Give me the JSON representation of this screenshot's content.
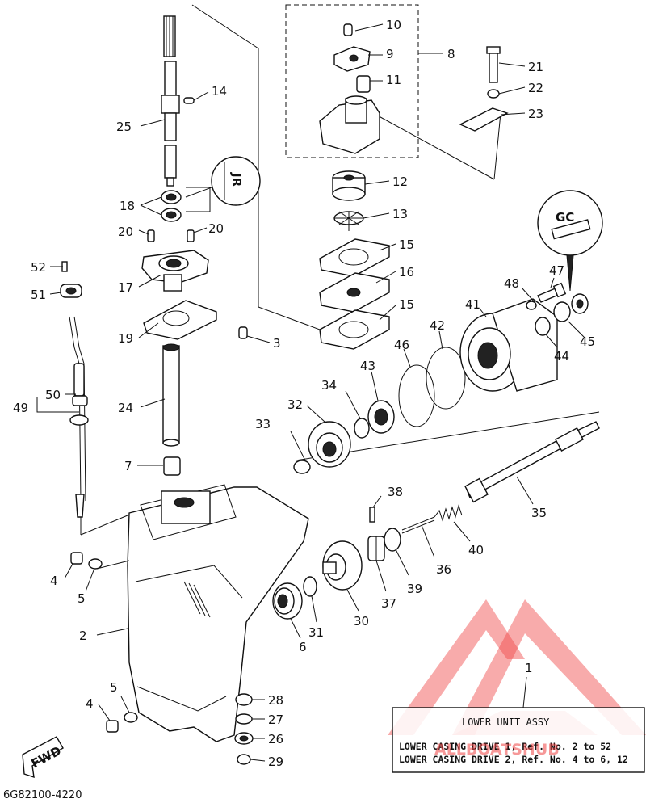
{
  "labels": {
    "l1": "1",
    "l2": "2",
    "l3": "3",
    "l4a": "4",
    "l4b": "4",
    "l5a": "5",
    "l5b": "5",
    "l6": "6",
    "l7": "7",
    "l8": "8",
    "l9": "9",
    "l10": "10",
    "l11": "11",
    "l12": "12",
    "l13": "13",
    "l14": "14",
    "l15a": "15",
    "l15b": "15",
    "l16": "16",
    "l17": "17",
    "l18": "18",
    "l19": "19",
    "l20a": "20",
    "l20b": "20",
    "l21": "21",
    "l22": "22",
    "l23": "23",
    "l24": "24",
    "l25": "25",
    "l26": "26",
    "l27": "27",
    "l28": "28",
    "l29": "29",
    "l30": "30",
    "l31": "31",
    "l32": "32",
    "l33": "33",
    "l34": "34",
    "l35": "35",
    "l36": "36",
    "l37": "37",
    "l38": "38",
    "l39": "39",
    "l40": "40",
    "l41": "41",
    "l42": "42",
    "l43": "43",
    "l44": "44",
    "l45": "45",
    "l46": "46",
    "l47": "47",
    "l48": "48",
    "l49": "49",
    "l50": "50",
    "l51": "51",
    "l52": "52"
  },
  "grease_tags": {
    "top": "JR",
    "right": "GC"
  },
  "fwd_label": "FWD",
  "info_box": {
    "title": "LOWER UNIT ASSY",
    "line1": "LOWER CASING DRIVE 1, Ref. No. 2 to 52",
    "line2": "LOWER CASING DRIVE 2, Ref. No. 4 to 6, 12"
  },
  "watermark": "ALLBOATSHUB",
  "diagram_code": "6G82100-4220",
  "colors": {
    "ink": "#111111",
    "watermark": "#ef4444"
  }
}
